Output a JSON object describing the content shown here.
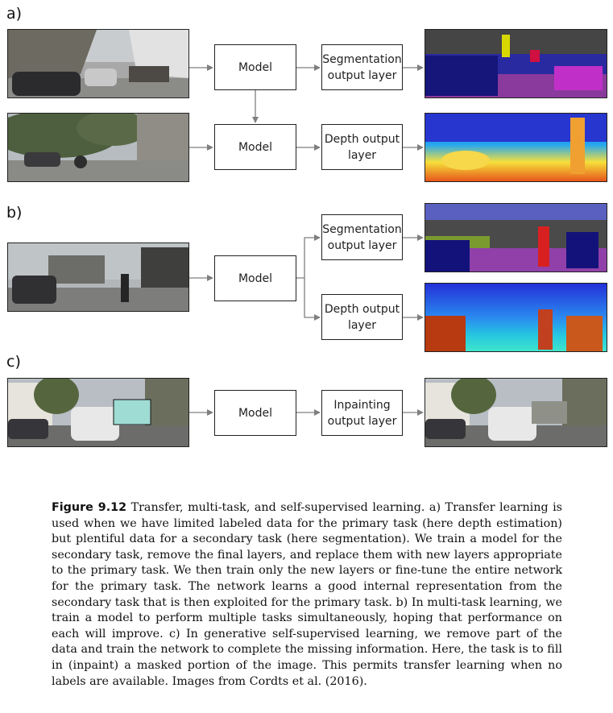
{
  "panels": {
    "a": {
      "label": "a)",
      "model_label": "Model",
      "seg_layer": "Segmentation output layer",
      "depth_layer": "Depth output layer"
    },
    "b": {
      "label": "b)",
      "model_label": "Model",
      "seg_layer": "Segmentation output layer",
      "depth_layer": "Depth output layer"
    },
    "c": {
      "label": "c)",
      "model_label": "Model",
      "inpaint_layer": "Inpainting output layer"
    }
  },
  "caption": {
    "figure_label": "Figure 9.12",
    "text": "Transfer, multi-task, and self-supervised learning. a) Transfer learning is used when we have limited labeled data for the primary task (here depth estimation) but plentiful data for a secondary task (here segmentation). We train a model for the secondary task, remove the final layers, and replace them with new layers appropriate to the primary task. We then train only the new layers or fine-tune the entire network for the primary task. The network learns a good internal representation from the secondary task that is then exploited for the primary task. b) In multi-task learning, we train a model to perform multiple tasks simultaneously, hoping that performance on each will improve. c) In generative self-supervised learning, we remove part of the data and train the network to complete the missing information. Here, the task is to fill in (inpaint) a masked portion of the image. This permits transfer learning when no labels are available. Images from Cordts et al. (2016)."
  },
  "colors": {
    "arrow": "#7f7f7f",
    "mask": "#9fdcd4",
    "seg_sky": "#454545",
    "seg_car": "#1c1c8f",
    "seg_road": "#8a3a9c",
    "depth_far": "#2a3ad8",
    "depth_near": "#e0602a"
  }
}
